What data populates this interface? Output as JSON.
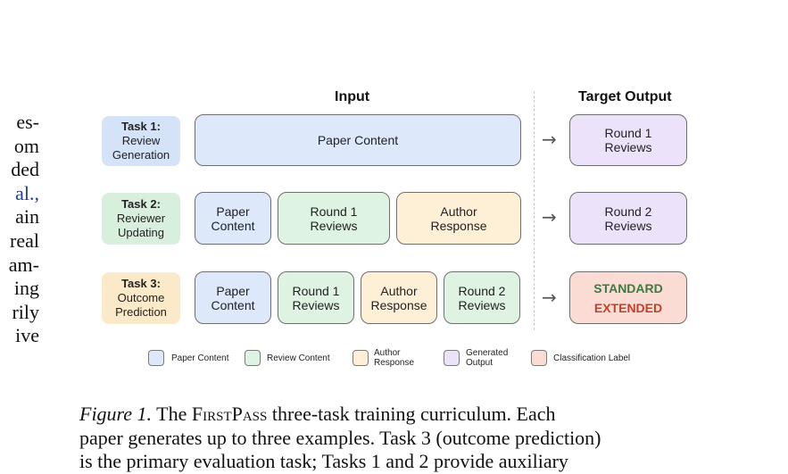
{
  "left_column": {
    "line1": "es-",
    "line2": "om",
    "line3": "ded",
    "line4": "al.,",
    "line5": "ain",
    "line6": "real",
    "line7": "am-",
    "line8": "ing",
    "line9": "rily",
    "line10": "ive"
  },
  "figure": {
    "input_header": "Input",
    "target_header": "Target Output",
    "tasks": [
      {
        "name": "Task 1:",
        "line1": "Review",
        "line2": "Generation"
      },
      {
        "name": "Task 2:",
        "line1": "Reviewer",
        "line2": "Updating"
      },
      {
        "name": "Task 3:",
        "line1": "Outcome",
        "line2": "Prediction"
      }
    ],
    "row1": {
      "inputs": [
        "Paper Content"
      ],
      "target": {
        "line1": "Round 1",
        "line2": "Reviews"
      }
    },
    "row2": {
      "inputs": [
        {
          "line1": "Paper",
          "line2": "Content"
        },
        {
          "line1": "Round 1",
          "line2": "Reviews"
        },
        {
          "line1": "Author",
          "line2": "Response"
        }
      ],
      "target": {
        "line1": "Round 2",
        "line2": "Reviews"
      }
    },
    "row3": {
      "inputs": [
        {
          "line1": "Paper",
          "line2": "Content"
        },
        {
          "line1": "Round 1",
          "line2": "Reviews"
        },
        {
          "line1": "Author",
          "line2": "Response"
        },
        {
          "line1": "Round 2",
          "line2": "Reviews"
        }
      ],
      "target": {
        "line1": "STANDARD",
        "line2": "EXTENDED"
      }
    },
    "arrow_glyph": "→",
    "legend": [
      {
        "label": "Paper Content"
      },
      {
        "label": "Review Content"
      },
      {
        "line1": "Author",
        "line2": "Response"
      },
      {
        "line1": "Generated",
        "line2": "Output"
      },
      {
        "label": "Classification Label"
      }
    ],
    "colors": {
      "paper": "#dde8fb",
      "review": "#dff3e3",
      "author": "#fdf0d7",
      "generated": "#ece3fa",
      "classification": "#fbdcd4",
      "standard_text": "#3d7a45",
      "extended_text": "#c2412b"
    }
  },
  "caption": {
    "label": "Figure 1.",
    "text_before_name": "The",
    "name": "FirstPass",
    "text_line1_rest": "three-task training curriculum. Each",
    "text_line2": "paper generates up to three examples. Task 3 (outcome prediction)",
    "text_line3": "is the primary evaluation task; Tasks 1 and 2 provide auxiliary"
  }
}
